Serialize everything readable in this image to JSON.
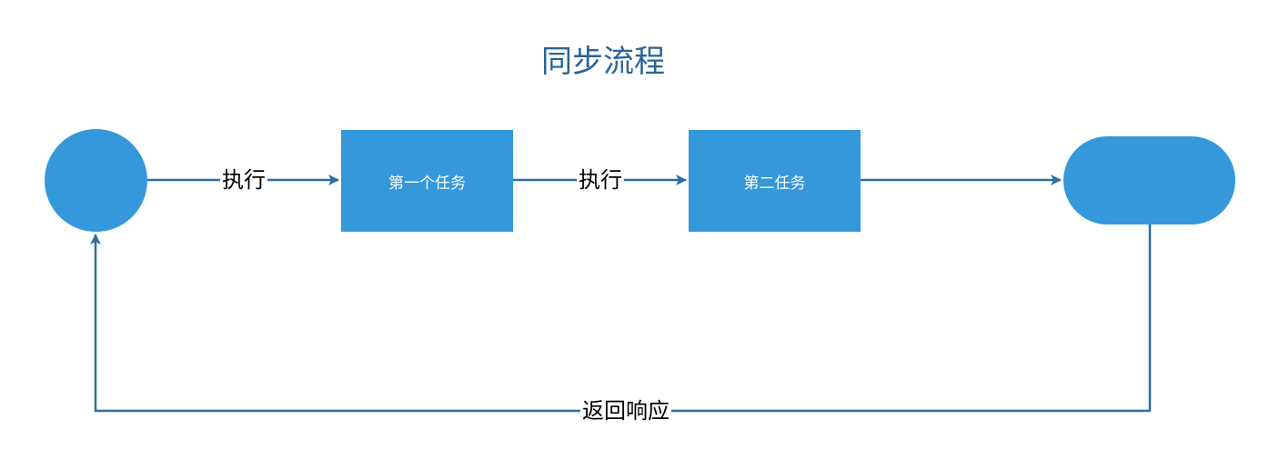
{
  "diagram": {
    "title": "同步流程",
    "nodes": {
      "start": "",
      "task1": "第一个任务",
      "task2": "第二任务",
      "end": ""
    },
    "edges": {
      "start_to_task1": "执行",
      "task1_to_task2": "执行",
      "task2_to_end": "",
      "end_to_start": "返回响应"
    },
    "colors": {
      "node_fill": "#3498db",
      "edge_stroke": "#2d6f9e",
      "title": "#2a6496"
    }
  }
}
